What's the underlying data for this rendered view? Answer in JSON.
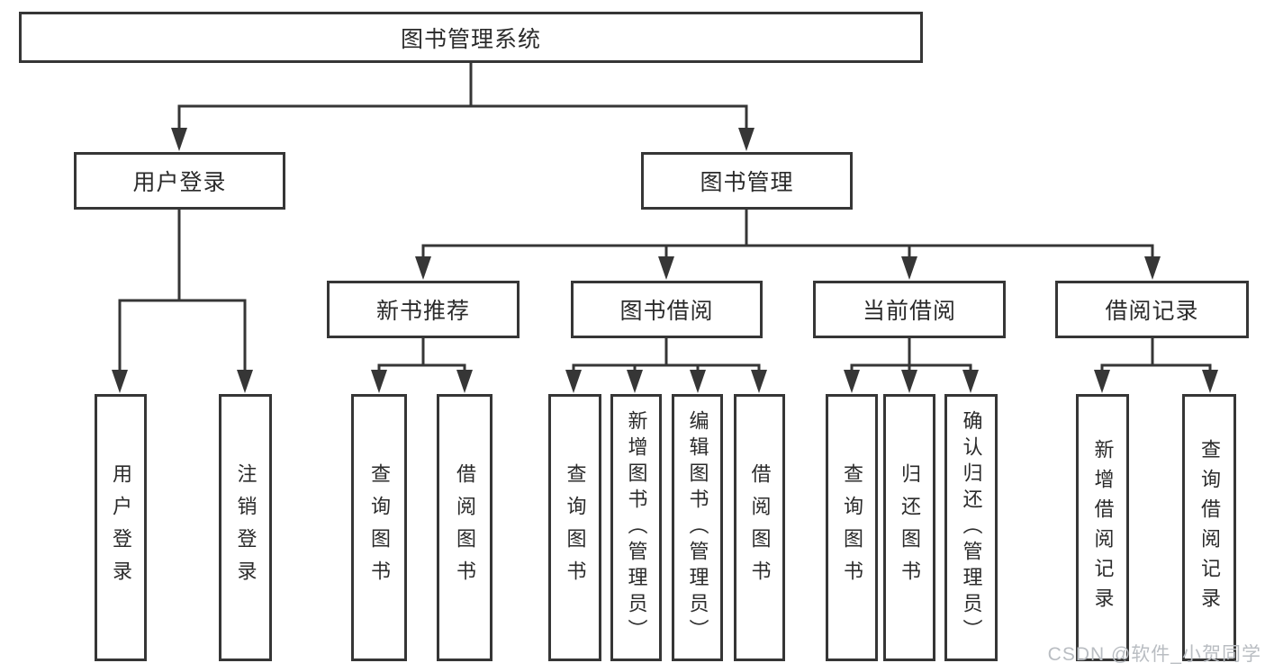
{
  "title": "图书管理系统",
  "tree": {
    "root": {
      "label": "图书管理系统"
    },
    "branches": [
      {
        "label": "用户登录",
        "children": [
          {
            "label": "用户登录"
          },
          {
            "label": "注销登录"
          }
        ]
      },
      {
        "label": "图书管理",
        "children": [
          {
            "label": "新书推荐",
            "children": [
              {
                "label": "查询图书"
              },
              {
                "label": "借阅图书"
              }
            ]
          },
          {
            "label": "图书借阅",
            "children": [
              {
                "label": "查询图书"
              },
              {
                "label": "新增图书（管理员）"
              },
              {
                "label": "编辑图书（管理员）"
              },
              {
                "label": "借阅图书"
              }
            ]
          },
          {
            "label": "当前借阅",
            "children": [
              {
                "label": "查询图书"
              },
              {
                "label": "归还图书"
              },
              {
                "label": "确认归还（管理员）"
              }
            ]
          },
          {
            "label": "借阅记录",
            "children": [
              {
                "label": "新增借阅记录"
              },
              {
                "label": "查询借阅记录"
              }
            ]
          }
        ]
      }
    ]
  },
  "watermark": {
    "text": "CSDN @软件_小贺同学"
  },
  "colors": {
    "line": "#363636",
    "text": "#2b2b2b",
    "background": "#ffffff",
    "watermark": "#b9bdc2"
  }
}
